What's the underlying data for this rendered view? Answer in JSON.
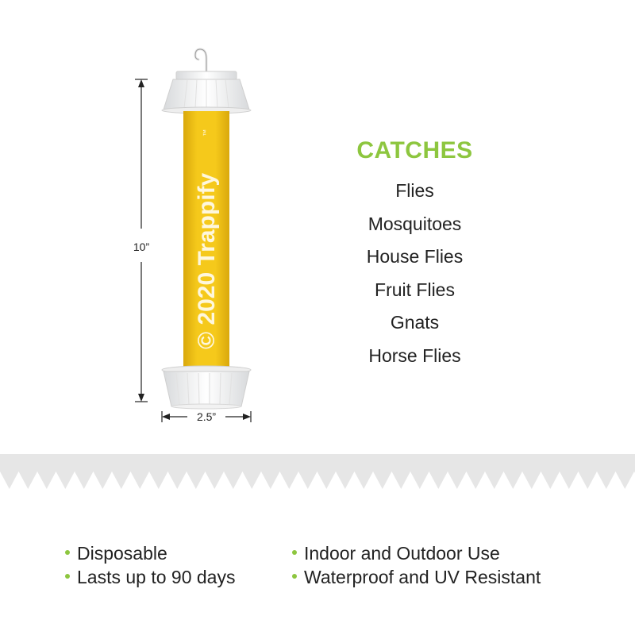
{
  "product": {
    "tube_text": "© 2020 Trappify",
    "trademark": "™",
    "tube_color": "#f2c418",
    "height_label": "10”",
    "width_label": "2.5”"
  },
  "catches": {
    "title": "CATCHES",
    "title_color": "#8dc63f",
    "items": [
      "Flies",
      "Mosquitoes",
      "House Flies",
      "Fruit Flies",
      "Gnats",
      "Horse Flies"
    ]
  },
  "features": {
    "bullet_color": "#8dc63f",
    "left": [
      "Disposable",
      "Lasts up to 90 days"
    ],
    "right": [
      "Indoor and Outdoor Use",
      "Waterproof and UV Resistant"
    ]
  }
}
